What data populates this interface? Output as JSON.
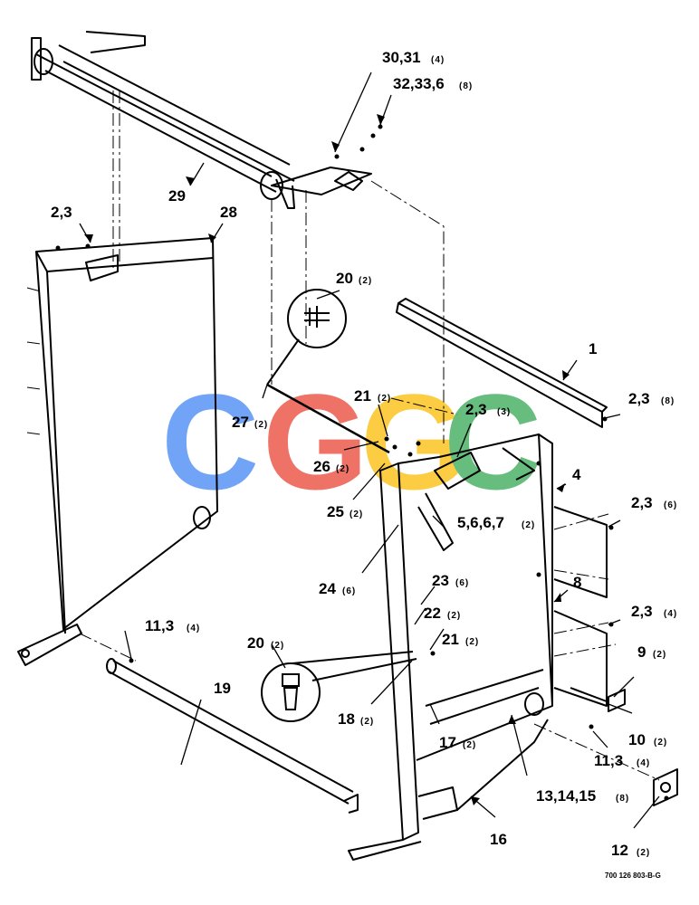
{
  "labels": {
    "l1": "1",
    "l23_8": "2,3",
    "l4": "4",
    "l23_6": "2,3",
    "l8": "8",
    "l23_4": "2,3",
    "l9": "9",
    "l10": "10",
    "l113_right": "11,3",
    "l12": "12",
    "l13": "13,14,15",
    "l16": "16",
    "l17": "17",
    "l18": "18",
    "l19": "19",
    "l20_bottom": "20",
    "l20_top": "20",
    "l21_top": "21",
    "l21_mid": "21",
    "l22": "22",
    "l23": "23",
    "l24": "24",
    "l25": "25",
    "l26": "26",
    "l27": "27",
    "l28": "28",
    "l29": "29",
    "l2003": "30,31",
    "l3233": "32,33,6",
    "l23_topleft": "2,3",
    "l23_3": "2,3",
    "l5667": "5,6,6,7",
    "l113_left": "11,3"
  },
  "qty": {
    "q23_8": "(8)",
    "q23_6": "(6)",
    "q23_4": "(4)",
    "q9": "(2)",
    "q10": "(2)",
    "q113_right": "(4)",
    "q12": "(2)",
    "q13": "(8)",
    "q17": "(2)",
    "q18": "(2)",
    "q20_bottom": "(2)",
    "q20_top": "(2)",
    "q21_top": "(2)",
    "q21_mid": "(2)",
    "q22": "(2)",
    "q23": "(6)",
    "q24": "(6)",
    "q25": "(2)",
    "q26": "(2)",
    "q27": "(2)",
    "q3031": "(4)",
    "q3233": "(8)",
    "q23_3": "(3)",
    "q5667": "(2)",
    "q113_left": "(4)"
  },
  "drawing_ref": "700 126 803-B-G",
  "watermark": {
    "letters": [
      "C",
      "G",
      "G",
      "C"
    ],
    "colors": [
      "#4285f4",
      "#ea4335",
      "#fbbc05",
      "#34a853"
    ]
  }
}
